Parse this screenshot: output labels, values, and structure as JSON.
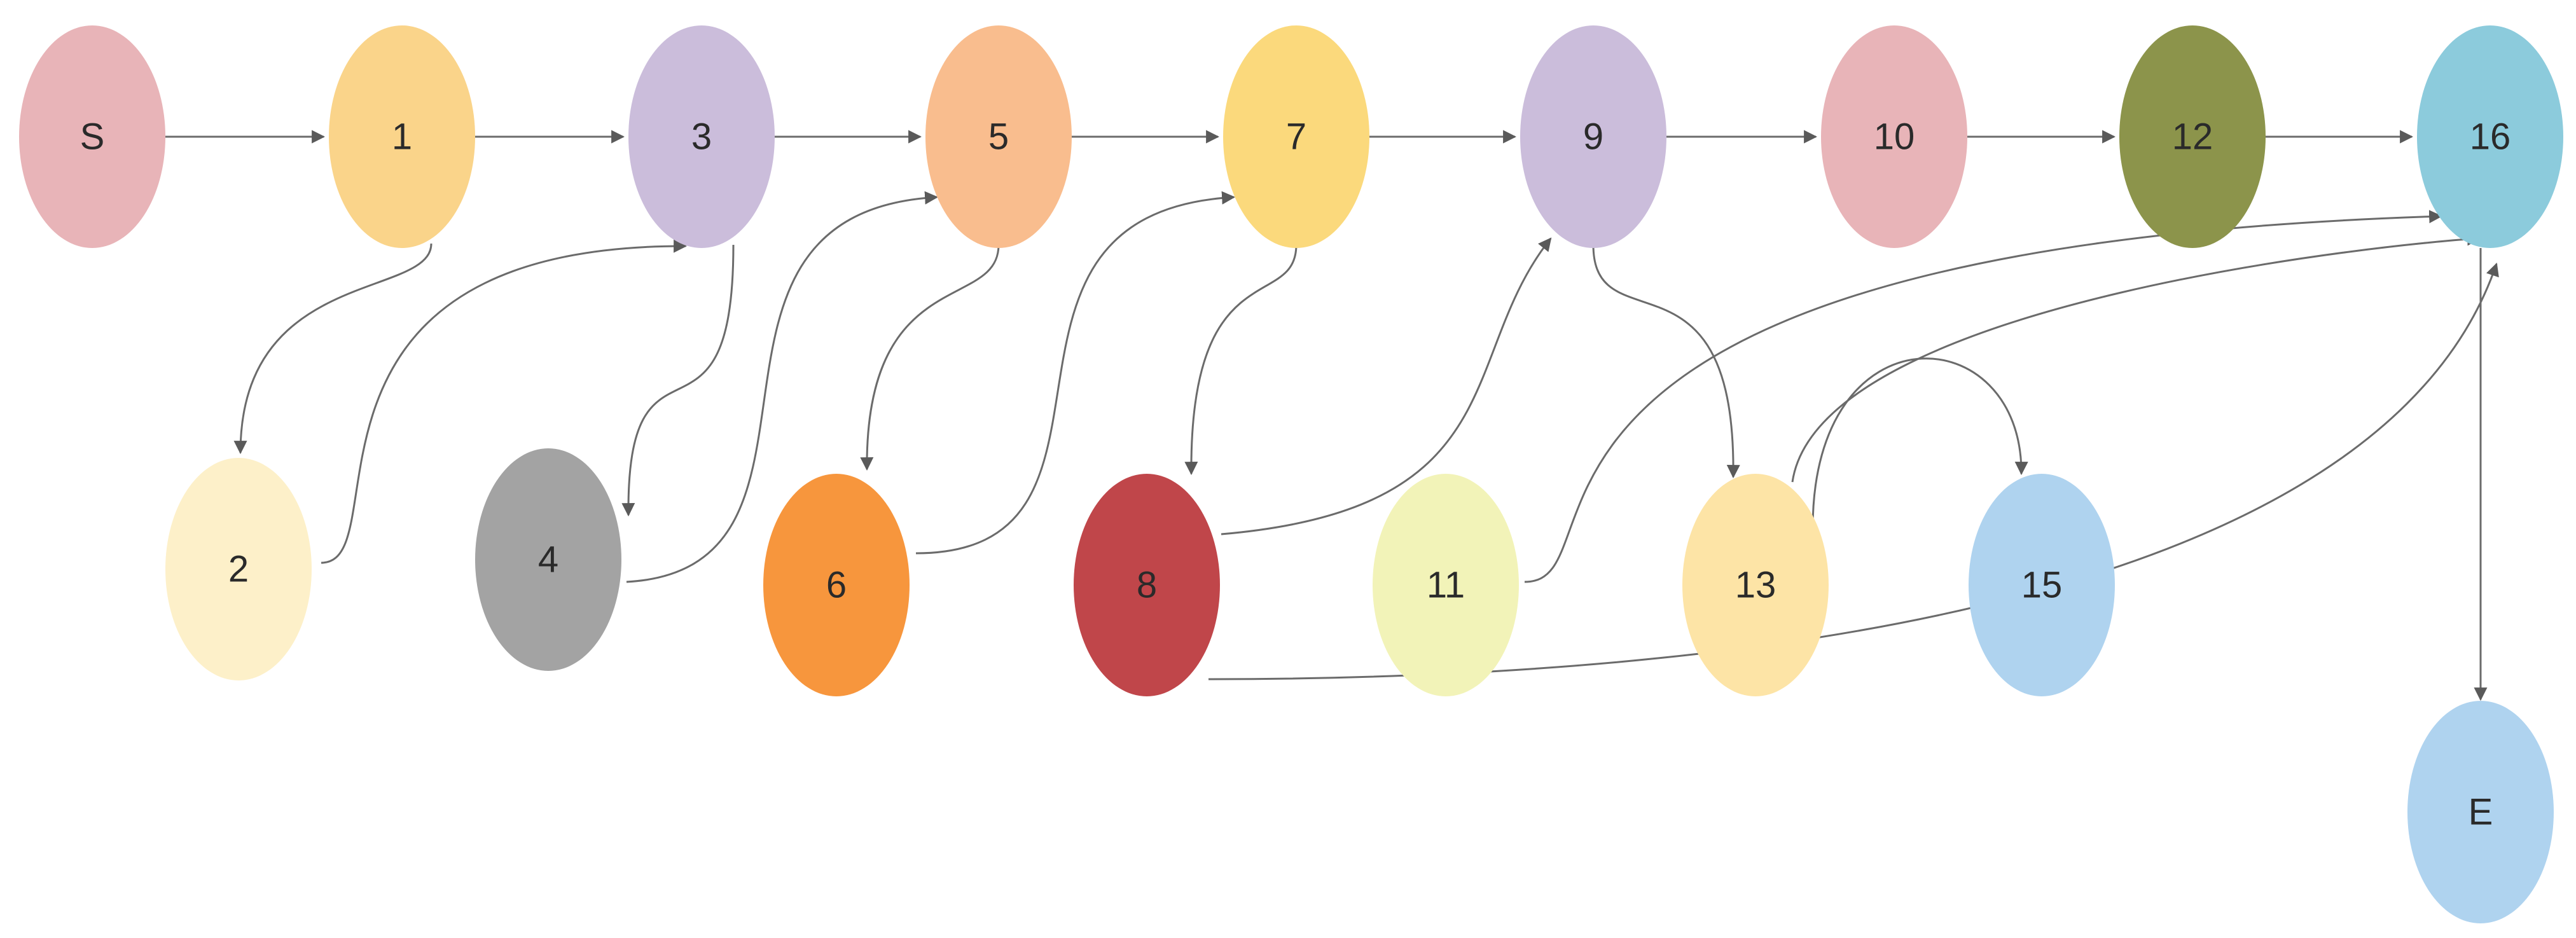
{
  "diagram": {
    "nodes": [
      {
        "id": "S",
        "label": "S",
        "color": "#e8b4b8"
      },
      {
        "id": "1",
        "label": "1",
        "color": "#fad48a"
      },
      {
        "id": "3",
        "label": "3",
        "color": "#cbbddb"
      },
      {
        "id": "5",
        "label": "5",
        "color": "#f9bd8e"
      },
      {
        "id": "7",
        "label": "7",
        "color": "#fbd97c"
      },
      {
        "id": "9",
        "label": "9",
        "color": "#cbbddb"
      },
      {
        "id": "10",
        "label": "10",
        "color": "#e8b4b8"
      },
      {
        "id": "12",
        "label": "12",
        "color": "#8c944b"
      },
      {
        "id": "16",
        "label": "16",
        "color": "#8ccbdc"
      },
      {
        "id": "2",
        "label": "2",
        "color": "#fdf0c9"
      },
      {
        "id": "4",
        "label": "4",
        "color": "#a3a3a3"
      },
      {
        "id": "6",
        "label": "6",
        "color": "#f7963d"
      },
      {
        "id": "8",
        "label": "8",
        "color": "#c0464a"
      },
      {
        "id": "11",
        "label": "11",
        "color": "#f2f3b8"
      },
      {
        "id": "13",
        "label": "13",
        "color": "#fde4a6"
      },
      {
        "id": "15",
        "label": "15",
        "color": "#afd3ef"
      },
      {
        "id": "E",
        "label": "E",
        "color": "#afd3ef"
      }
    ],
    "edges": [
      {
        "from": "S",
        "to": "1"
      },
      {
        "from": "1",
        "to": "3"
      },
      {
        "from": "3",
        "to": "5"
      },
      {
        "from": "5",
        "to": "7"
      },
      {
        "from": "7",
        "to": "9"
      },
      {
        "from": "9",
        "to": "10"
      },
      {
        "from": "10",
        "to": "12"
      },
      {
        "from": "12",
        "to": "16"
      },
      {
        "from": "1",
        "to": "2"
      },
      {
        "from": "2",
        "to": "3"
      },
      {
        "from": "3",
        "to": "4"
      },
      {
        "from": "4",
        "to": "5"
      },
      {
        "from": "5",
        "to": "6"
      },
      {
        "from": "6",
        "to": "7"
      },
      {
        "from": "7",
        "to": "8"
      },
      {
        "from": "8",
        "to": "9"
      },
      {
        "from": "8",
        "to": "16"
      },
      {
        "from": "9",
        "to": "13"
      },
      {
        "from": "11",
        "to": "16"
      },
      {
        "from": "13",
        "to": "15"
      },
      {
        "from": "13",
        "to": "16"
      },
      {
        "from": "16",
        "to": "E"
      }
    ],
    "edge_color": "#6b6b6b"
  }
}
